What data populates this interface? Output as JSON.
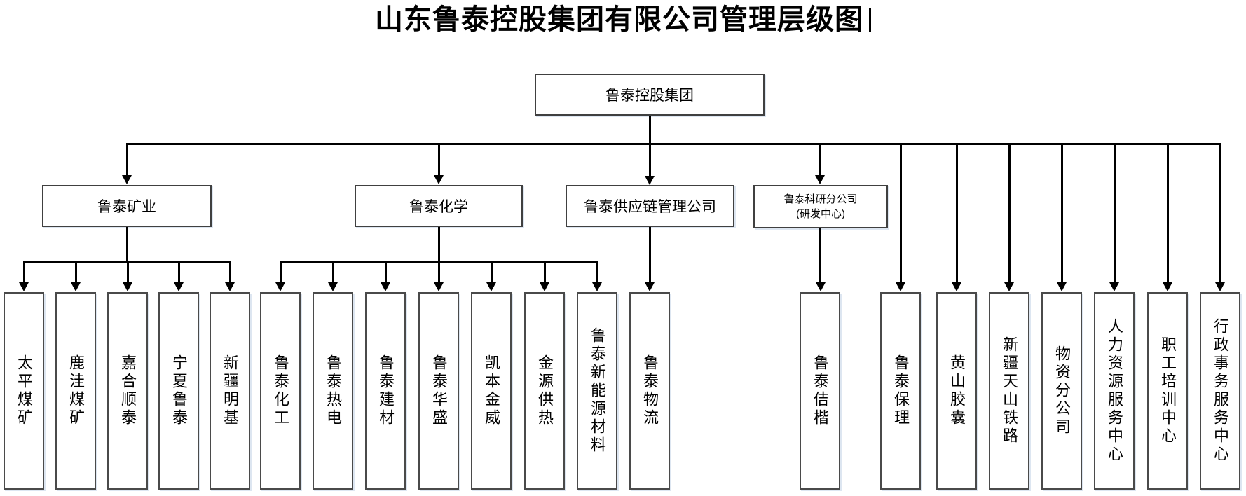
{
  "title": {
    "text": "山东鲁泰控股集团有限公司管理层级图"
  },
  "root": {
    "label": "鲁泰控股集团"
  },
  "divisions": [
    {
      "label": "鲁泰矿业"
    },
    {
      "label": "鲁泰化学"
    },
    {
      "label": "鲁泰供应链管理公司"
    },
    {
      "label": "鲁泰科研分公司",
      "label2": "(研发中心)"
    }
  ],
  "subsidiaries": {
    "mining": [
      "太平煤矿",
      "鹿洼煤矿",
      "嘉合顺泰",
      "宁夏鲁泰",
      "新疆明基"
    ],
    "chemical": [
      "鲁泰化工",
      "鲁泰热电",
      "鲁泰建材",
      "鲁泰华盛",
      "凯本金威",
      "金源供热",
      "鲁泰新能源材料"
    ],
    "supply_chain": [
      "鲁泰物流"
    ],
    "research": [
      "鲁泰佶楷"
    ],
    "direct": [
      "鲁泰保理",
      "黄山胶囊",
      "新疆天山铁路",
      "物资分公司",
      "人力资源服务中心",
      "职工培训中心",
      "行政事务服务中心"
    ]
  },
  "colors": {
    "line": "#000000",
    "box_border": "#404040",
    "background": "#ffffff",
    "text": "#000000"
  }
}
